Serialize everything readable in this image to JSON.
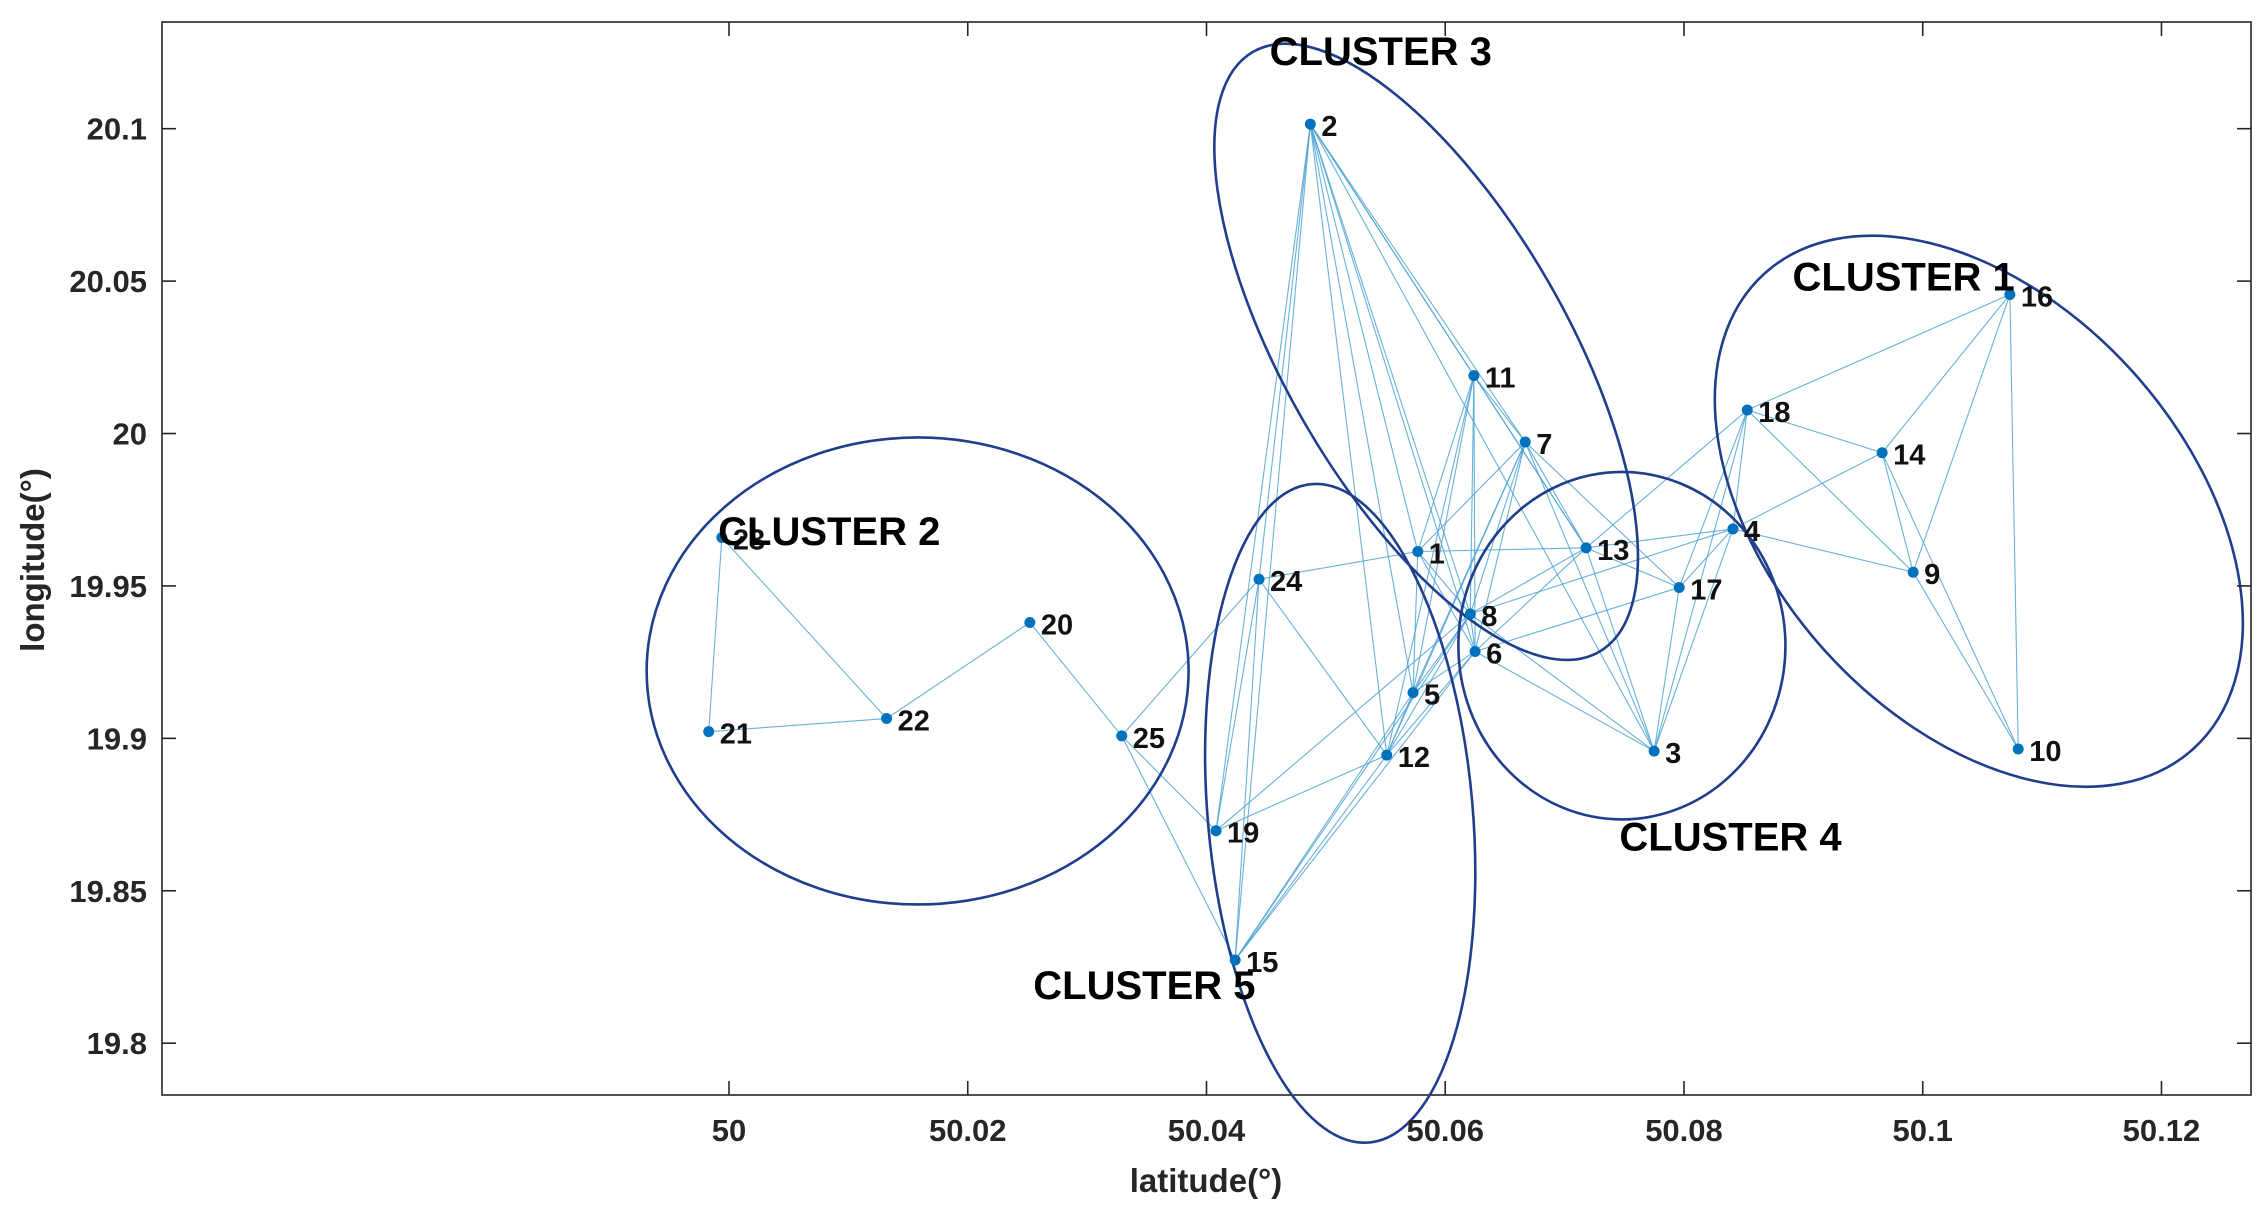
{
  "chart_data": {
    "type": "scatter",
    "xlabel": "latitude(°)",
    "ylabel": "longitude(°)",
    "xlim": [
      49.9525,
      50.1275
    ],
    "ylim": [
      19.783,
      20.135
    ],
    "xticks": [
      50,
      50.02,
      50.04,
      50.06,
      50.08,
      50.1,
      50.12
    ],
    "xtick_labels": [
      "50",
      "50.02",
      "50.04",
      "50.06",
      "50.08",
      "50.1",
      "50.12"
    ],
    "yticks": [
      19.8,
      19.85,
      19.9,
      19.95,
      20,
      20.05,
      20.1
    ],
    "ytick_labels": [
      "19.8",
      "19.85",
      "19.9",
      "19.95",
      "20",
      "20.05",
      "20.1"
    ],
    "grid": false,
    "colors": {
      "point": "#0072bd",
      "edge": "#4da3d4",
      "ellipse": "#1f3f8c",
      "axis": "#262626"
    },
    "points": [
      {
        "id": "1",
        "x": 50.0577,
        "y": 19.9613
      },
      {
        "id": "2",
        "x": 50.0487,
        "y": 20.1015
      },
      {
        "id": "3",
        "x": 50.0775,
        "y": 19.8958
      },
      {
        "id": "4",
        "x": 50.0841,
        "y": 19.9687
      },
      {
        "id": "5",
        "x": 50.0573,
        "y": 19.915
      },
      {
        "id": "6",
        "x": 50.0625,
        "y": 19.9285
      },
      {
        "id": "7",
        "x": 50.0667,
        "y": 19.9972
      },
      {
        "id": "8",
        "x": 50.0621,
        "y": 19.9408
      },
      {
        "id": "9",
        "x": 50.0992,
        "y": 19.9545
      },
      {
        "id": "10",
        "x": 50.108,
        "y": 19.8965
      },
      {
        "id": "11",
        "x": 50.0624,
        "y": 20.019
      },
      {
        "id": "12",
        "x": 50.0551,
        "y": 19.8945
      },
      {
        "id": "13",
        "x": 50.0718,
        "y": 19.9625
      },
      {
        "id": "14",
        "x": 50.0966,
        "y": 19.9937
      },
      {
        "id": "15",
        "x": 50.0424,
        "y": 19.8273
      },
      {
        "id": "16",
        "x": 50.1073,
        "y": 20.0456
      },
      {
        "id": "17",
        "x": 50.0796,
        "y": 19.9495
      },
      {
        "id": "18",
        "x": 50.0853,
        "y": 20.0077
      },
      {
        "id": "19",
        "x": 50.0408,
        "y": 19.8697
      },
      {
        "id": "20",
        "x": 50.0252,
        "y": 19.938
      },
      {
        "id": "21",
        "x": 49.9983,
        "y": 19.9022
      },
      {
        "id": "22",
        "x": 50.0132,
        "y": 19.9065
      },
      {
        "id": "23",
        "x": 49.9994,
        "y": 19.9659
      },
      {
        "id": "24",
        "x": 50.0444,
        "y": 19.9522
      },
      {
        "id": "25",
        "x": 50.0329,
        "y": 19.9008
      }
    ],
    "edges": [
      [
        "23",
        "21"
      ],
      [
        "23",
        "22"
      ],
      [
        "21",
        "22"
      ],
      [
        "22",
        "20"
      ],
      [
        "20",
        "25"
      ],
      [
        "25",
        "19"
      ],
      [
        "25",
        "15"
      ],
      [
        "24",
        "1"
      ],
      [
        "24",
        "19"
      ],
      [
        "24",
        "15"
      ],
      [
        "24",
        "12"
      ],
      [
        "24",
        "25"
      ],
      [
        "19",
        "12"
      ],
      [
        "19",
        "8"
      ],
      [
        "19",
        "2"
      ],
      [
        "15",
        "12"
      ],
      [
        "15",
        "5"
      ],
      [
        "15",
        "6"
      ],
      [
        "15",
        "2"
      ],
      [
        "15",
        "8"
      ],
      [
        "2",
        "11"
      ],
      [
        "2",
        "7"
      ],
      [
        "2",
        "1"
      ],
      [
        "2",
        "5"
      ],
      [
        "2",
        "12"
      ],
      [
        "2",
        "8"
      ],
      [
        "2",
        "6"
      ],
      [
        "2",
        "3"
      ],
      [
        "2",
        "13"
      ],
      [
        "2",
        "24"
      ],
      [
        "11",
        "1"
      ],
      [
        "11",
        "5"
      ],
      [
        "11",
        "8"
      ],
      [
        "11",
        "6"
      ],
      [
        "11",
        "12"
      ],
      [
        "11",
        "13"
      ],
      [
        "11",
        "7"
      ],
      [
        "7",
        "1"
      ],
      [
        "7",
        "8"
      ],
      [
        "7",
        "6"
      ],
      [
        "7",
        "5"
      ],
      [
        "7",
        "12"
      ],
      [
        "7",
        "3"
      ],
      [
        "7",
        "13"
      ],
      [
        "7",
        "17"
      ],
      [
        "1",
        "8"
      ],
      [
        "1",
        "6"
      ],
      [
        "1",
        "5"
      ],
      [
        "1",
        "13"
      ],
      [
        "8",
        "6"
      ],
      [
        "8",
        "13"
      ],
      [
        "8",
        "3"
      ],
      [
        "8",
        "4"
      ],
      [
        "8",
        "12"
      ],
      [
        "5",
        "8"
      ],
      [
        "6",
        "3"
      ],
      [
        "6",
        "13"
      ],
      [
        "6",
        "17"
      ],
      [
        "5",
        "6"
      ],
      [
        "12",
        "6"
      ],
      [
        "5",
        "12"
      ],
      [
        "13",
        "3"
      ],
      [
        "13",
        "4"
      ],
      [
        "13",
        "17"
      ],
      [
        "13",
        "18"
      ],
      [
        "3",
        "17"
      ],
      [
        "3",
        "4"
      ],
      [
        "3",
        "18"
      ],
      [
        "17",
        "4"
      ],
      [
        "17",
        "18"
      ],
      [
        "18",
        "4"
      ],
      [
        "18",
        "14"
      ],
      [
        "18",
        "9"
      ],
      [
        "4",
        "9"
      ],
      [
        "4",
        "14"
      ],
      [
        "14",
        "16"
      ],
      [
        "14",
        "9"
      ],
      [
        "14",
        "10"
      ],
      [
        "16",
        "9"
      ],
      [
        "16",
        "10"
      ],
      [
        "16",
        "18"
      ],
      [
        "9",
        "10"
      ]
    ],
    "clusters": [
      {
        "label": "CLUSTER 1",
        "cx": 50.1047,
        "cy": 19.9745,
        "rx": 0.0174,
        "ry": 0.105,
        "rot": -42
      },
      {
        "label": "CLUSTER 2",
        "cx": 50.0158,
        "cy": 19.9221,
        "rx": 0.0227,
        "ry": 0.0766,
        "rot": 0
      },
      {
        "label": "CLUSTER 3",
        "cx": 50.0584,
        "cy": 20.0268,
        "rx": 0.0118,
        "ry": 0.1136,
        "rot": -30
      },
      {
        "label": "CLUSTER 4",
        "cx": 50.0748,
        "cy": 19.9304,
        "rx": 0.0137,
        "ry": 0.057,
        "rot": 0
      },
      {
        "label": "CLUSTER 5",
        "cx": 50.0512,
        "cy": 19.8754,
        "rx": 0.0111,
        "ry": 0.1084,
        "rot": -5
      }
    ],
    "cluster_labels": [
      {
        "text": "CLUSTER 1",
        "x": 50.0984,
        "y": 20.047
      },
      {
        "text": "CLUSTER 2",
        "x": 50.0084,
        "y": 19.9634
      },
      {
        "text": "CLUSTER 3",
        "x": 50.0546,
        "y": 20.1209
      },
      {
        "text": "CLUSTER 4",
        "x": 50.0839,
        "y": 19.8632
      },
      {
        "text": "CLUSTER 5",
        "x": 50.0348,
        "y": 19.8145
      }
    ]
  }
}
